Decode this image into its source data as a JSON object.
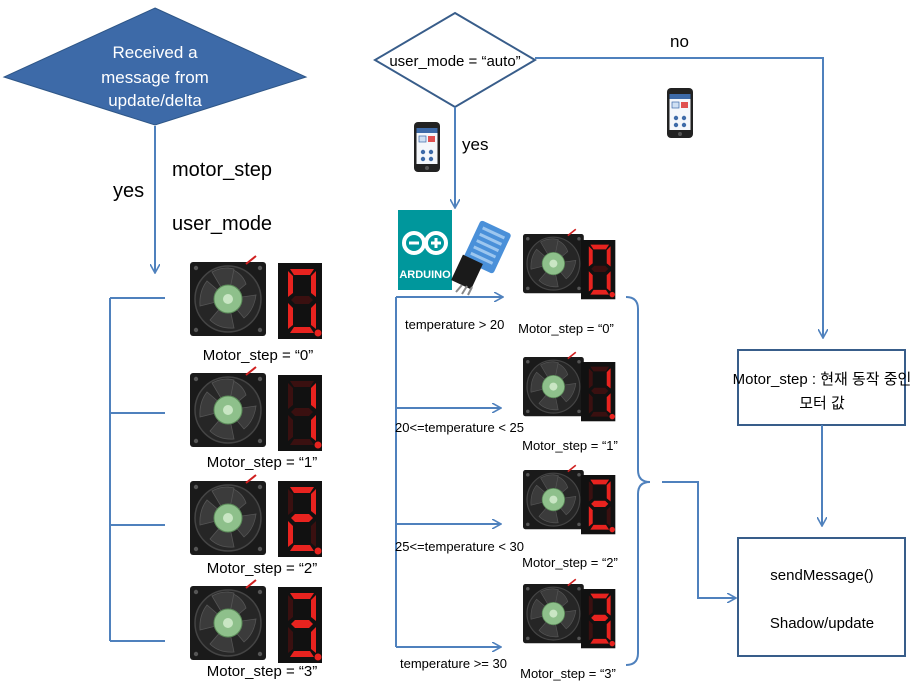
{
  "left": {
    "decision": [
      "Received  a",
      "message from",
      "update/delta"
    ],
    "yes_label": "yes",
    "fields": [
      "motor_step",
      "user_mode"
    ],
    "steps": [
      {
        "label": "Motor_step = “0”",
        "digit": "0"
      },
      {
        "label": "Motor_step = “1”",
        "digit": "1"
      },
      {
        "label": "Motor_step = “2”",
        "digit": "2"
      },
      {
        "label": "Motor_step = “3”",
        "digit": "3"
      }
    ]
  },
  "middle": {
    "decision": "user_mode = “auto”",
    "yes_label": "yes",
    "arduino_text": "ARDUINO",
    "conditions": [
      "temperature > 20",
      "20<=temperature < 25",
      "25<=temperature < 30",
      "temperature >= 30"
    ],
    "steps": [
      {
        "label": "Motor_step = “0”",
        "digit": "0"
      },
      {
        "label": "Motor_step = “1”",
        "digit": "1"
      },
      {
        "label": "Motor_step = “2”",
        "digit": "2"
      },
      {
        "label": "Motor_step = “3”",
        "digit": "3"
      }
    ]
  },
  "right": {
    "no_label": "no",
    "motor_box": [
      "Motor_step : 현재 동작 중인",
      "모터 값"
    ],
    "send_box": [
      "sendMessage()",
      "Shadow/update"
    ]
  },
  "colors": {
    "line": "#4f81bd",
    "decision_fill": "#3d6aa8",
    "box_border": "#385d8a",
    "digit": "#e8231f",
    "arduino": "#00979c"
  }
}
